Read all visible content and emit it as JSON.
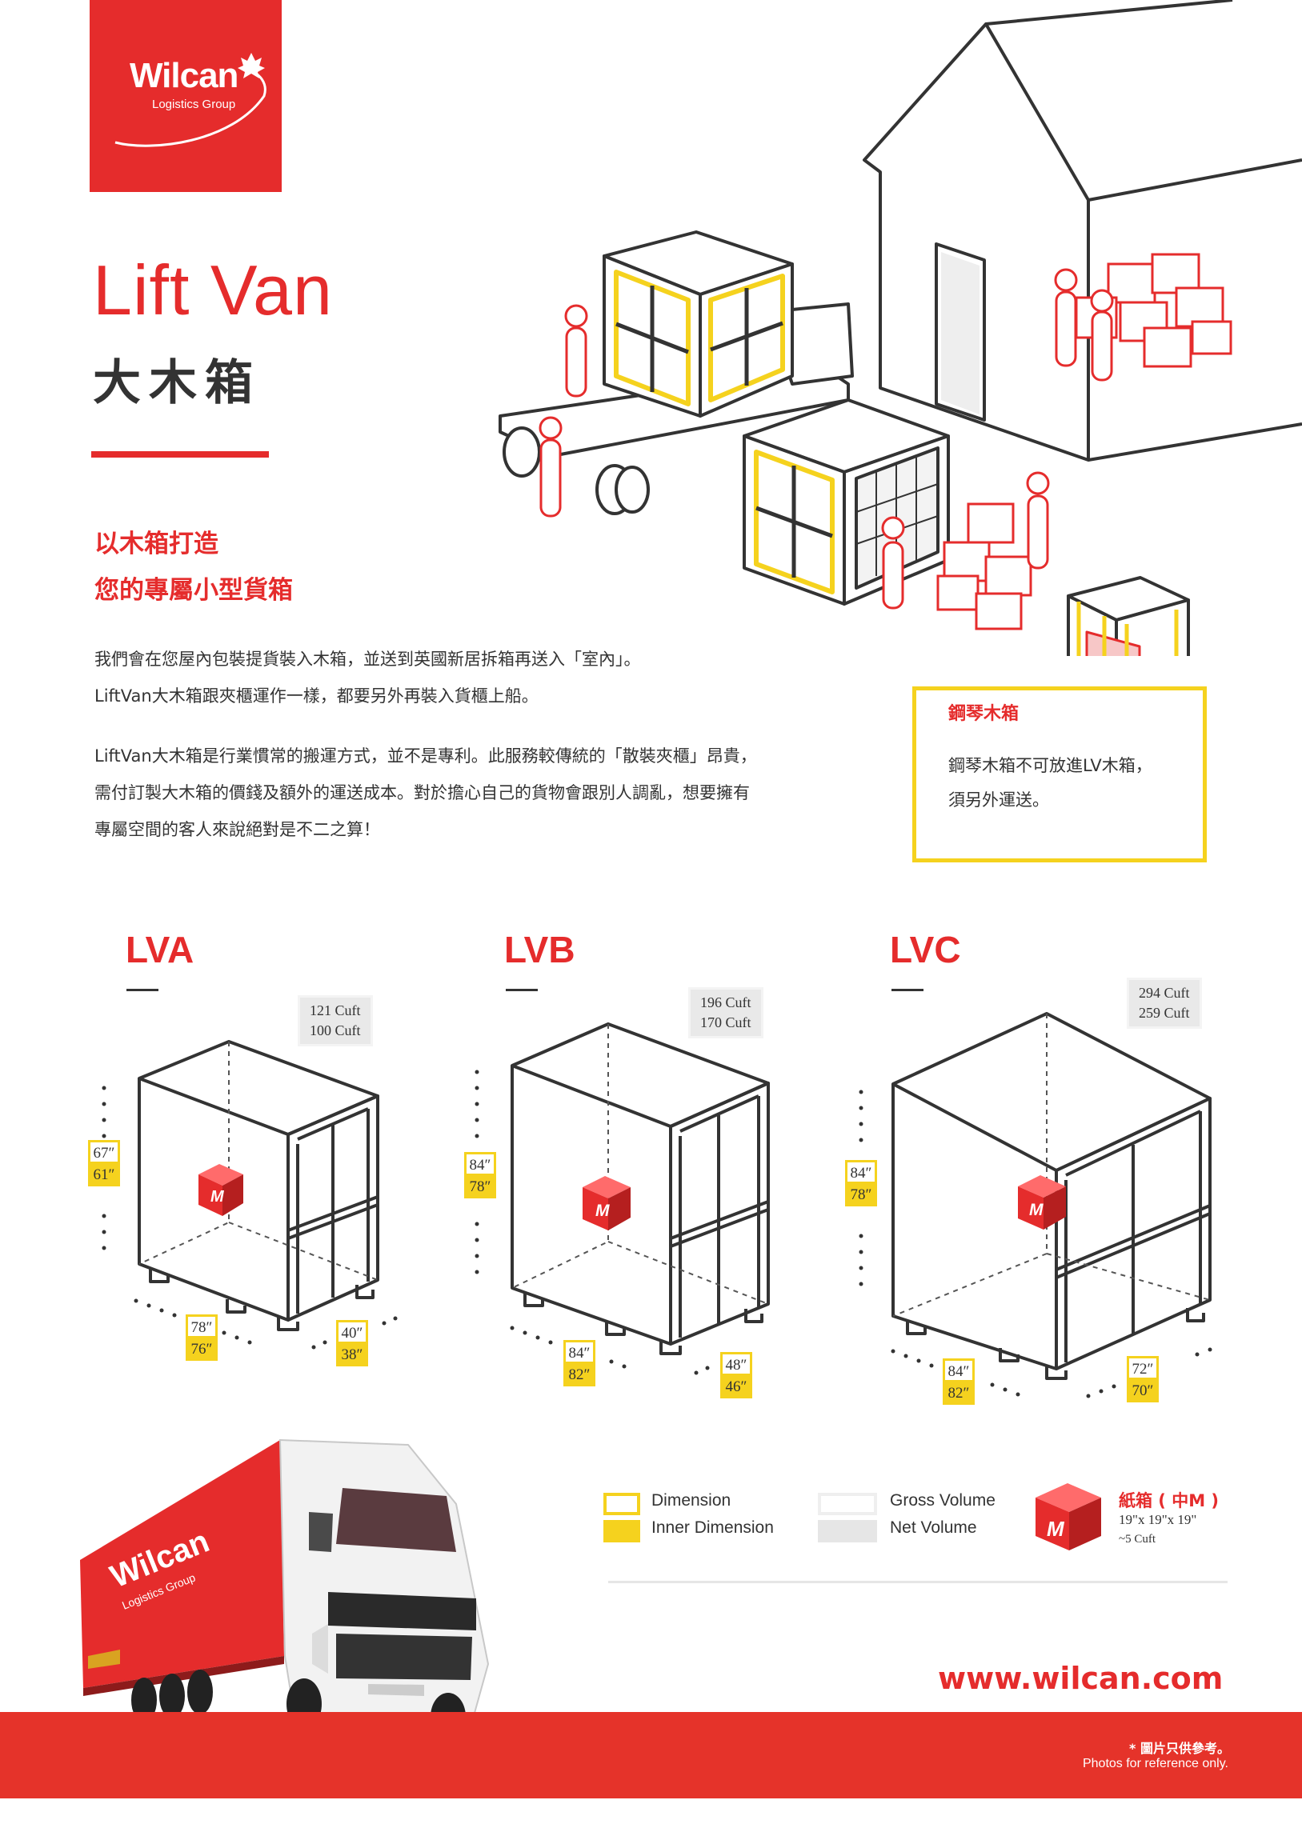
{
  "brand": {
    "name": "Wilcan",
    "subtitle": "Logistics Group",
    "red": "#e52c2c",
    "yellow": "#f5d21e"
  },
  "title": {
    "en": "Lift Van",
    "zh": "大木箱"
  },
  "subtitle": {
    "line1": "以木箱打造",
    "line2": "您的專屬小型貨箱"
  },
  "paragraphs": {
    "p1_line1": "我們會在您屋內包裝提貨裝入木箱，並送到英國新居拆箱再送入「室內」。",
    "p1_line2": "LiftVan大木箱跟夾櫃運作一樣，都要另外再裝入貨櫃上船。",
    "p2_line1": "LiftVan大木箱是行業慣常的搬運方式，並不是專利。此服務較傳統的「散裝夾櫃」昂貴，",
    "p2_line2": "需付訂製大木箱的價錢及額外的運送成本。對於擔心自己的貨物會跟別人調亂，想要擁有",
    "p2_line3": "專屬空間的客人來說絕對是不二之算！"
  },
  "note": {
    "title": "鋼琴木箱",
    "line1": "鋼琴木箱不可放進LV木箱，",
    "line2": "須另外運送。"
  },
  "models": [
    {
      "name": "LVA",
      "gross_volume": "121 Cuft",
      "net_volume": "100 Cuft",
      "height": {
        "outer": "67″",
        "inner": "61″"
      },
      "length": {
        "outer": "78″",
        "inner": "76″"
      },
      "width": {
        "outer": "40″",
        "inner": "38″"
      }
    },
    {
      "name": "LVB",
      "gross_volume": "196 Cuft",
      "net_volume": "170 Cuft",
      "height": {
        "outer": "84″",
        "inner": "78″"
      },
      "length": {
        "outer": "84″",
        "inner": "82″"
      },
      "width": {
        "outer": "48″",
        "inner": "46″"
      }
    },
    {
      "name": "LVC",
      "gross_volume": "294 Cuft",
      "net_volume": "259 Cuft",
      "height": {
        "outer": "84″",
        "inner": "78″"
      },
      "length": {
        "outer": "84″",
        "inner": "82″"
      },
      "width": {
        "outer": "72″",
        "inner": "70″"
      }
    }
  ],
  "box_mark": "M",
  "legend": {
    "dimension": "Dimension",
    "inner_dimension": "Inner Dimension",
    "gross_volume": "Gross Volume",
    "net_volume": "Net Volume",
    "carton_title": "紙箱 ( 中M )",
    "carton_dims": "19\"x 19\"x 19\"",
    "carton_volume": "~5 Cuft"
  },
  "truck": {
    "brand": "Wilcan",
    "subtitle": "Logistics Group"
  },
  "website": "www.wilcan.com",
  "footer": {
    "zh": "* 圖片只供參考。",
    "en": "Photos for reference  only."
  }
}
